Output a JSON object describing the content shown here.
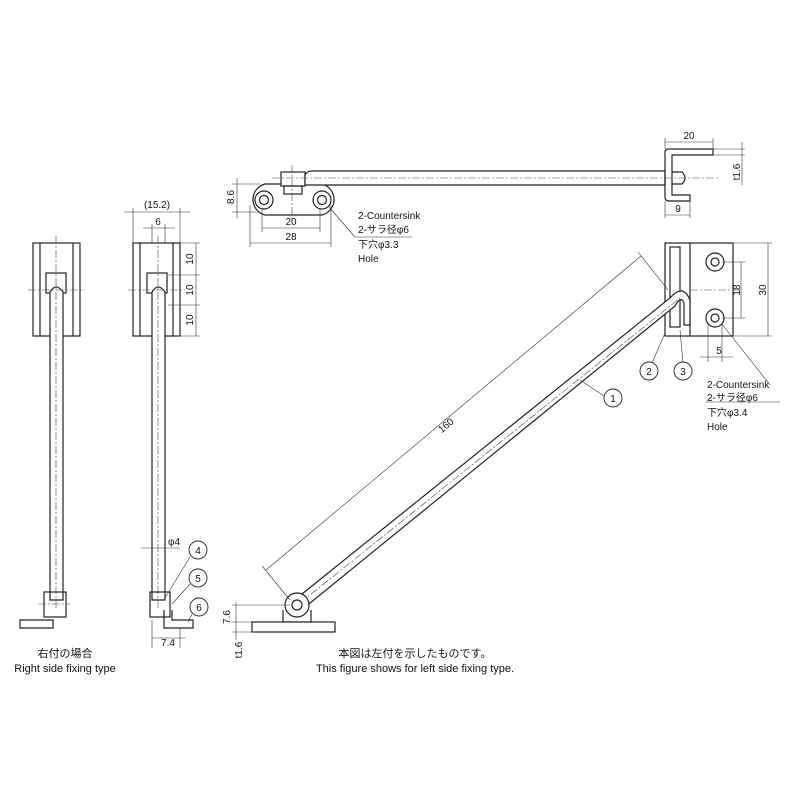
{
  "top_view": {
    "dims": {
      "width_20": "20",
      "t16": "t1.6",
      "d9": "9",
      "d86": "8.6",
      "pitch20": "20",
      "len28": "28"
    },
    "callout": [
      "2-Countersink",
      "2-サラ径φ6",
      "下穴φ3.3",
      "Hole"
    ]
  },
  "side_view": {
    "dims": {
      "d152": "(15.2)",
      "d6": "6",
      "d10a": "10",
      "d10b": "10",
      "d10c": "10",
      "phi4": "φ4",
      "d74": "7.4"
    },
    "parts": [
      "4",
      "5",
      "6"
    ]
  },
  "main_view": {
    "dims": {
      "len160": "160",
      "d18": "18",
      "d30": "30",
      "d5": "5",
      "d76": "7.6",
      "t16": "t1.6"
    },
    "parts": [
      "1",
      "2",
      "3"
    ],
    "callout": [
      "2-Countersink",
      "2-サラ径φ6",
      "下穴φ3.4",
      "Hole"
    ]
  },
  "captions": {
    "right_jp": "右付の場合",
    "right_en": "Right side fixing type",
    "main_jp": "本図は左付を示したものです。",
    "main_en": "This figure shows for left side fixing type."
  }
}
